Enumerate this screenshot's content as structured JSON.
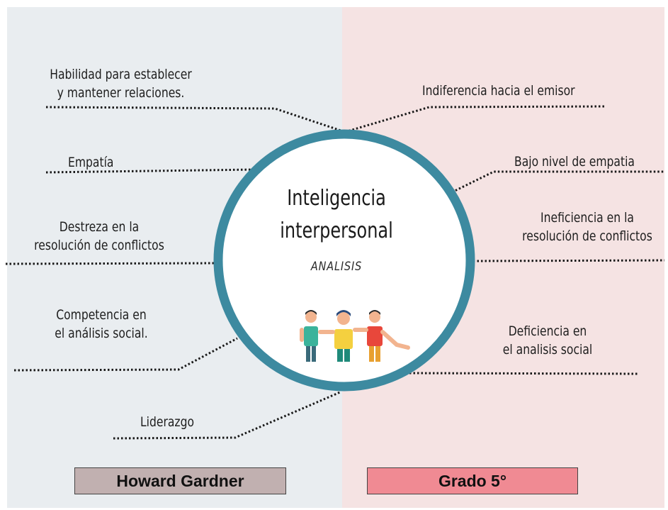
{
  "center": {
    "title": "Inteligencia\ninterpersonal",
    "subtitle": "ANALISIS"
  },
  "left_items": [
    "Habilidad para establecer\ny mantener relaciones.",
    "Empatía",
    "Destreza en la\nresolución de conflictos",
    "Competencia en\nel análisis social.",
    "Liderazgo"
  ],
  "right_items": [
    "Indiferencia hacia el emisor",
    "Bajo nivel de empatia",
    "Ineficiencia en la\nresolución de conflictos",
    "Deficiencia en\nel analisis social"
  ],
  "footer": {
    "left_label": "Howard Gardner",
    "right_label": "Grado 5°"
  },
  "colors": {
    "left_panel": "#e9edf0",
    "right_panel": "#f5e3e3",
    "ring": "#3d8aa0",
    "left_box": "#c1b0b0",
    "right_box": "#f08a93"
  },
  "icons": [
    "group-of-friends-illustration"
  ]
}
